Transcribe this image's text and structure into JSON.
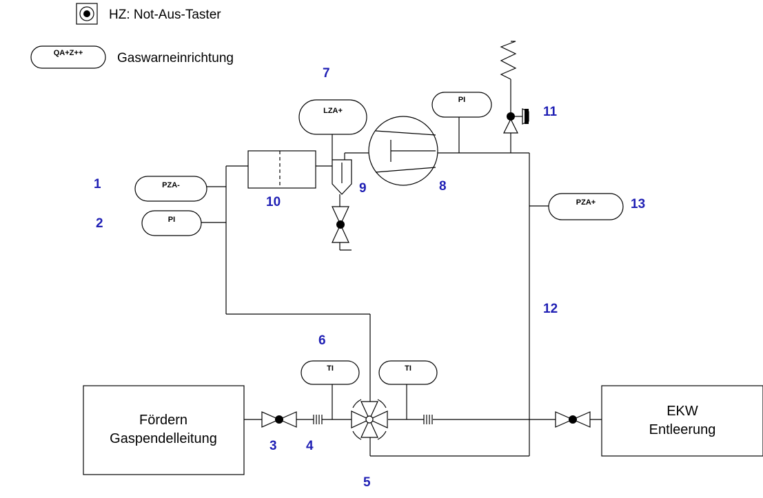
{
  "legend": {
    "emergency_stop": "HZ: Not-Aus-Taster",
    "gas_warning_tag": "QA+Z++",
    "gas_warning": "Gaswarneinrichtung"
  },
  "boxes": {
    "left_line1": "Fördern",
    "left_line2": "Gaspendelleitung",
    "right_line1": "EKW",
    "right_line2": "Entleerung"
  },
  "instruments": {
    "pza_minus": "PZA-",
    "pi_left": "PI",
    "lza_plus": "LZA+",
    "pi_top": "PI",
    "pza_plus": "PZA+",
    "ti_left": "TI",
    "ti_right": "TI"
  },
  "numbers": {
    "n1": "1",
    "n2": "2",
    "n3": "3",
    "n4": "4",
    "n5": "5",
    "n6": "6",
    "n7": "7",
    "n8": "8",
    "n9": "9",
    "n10": "10",
    "n11": "11",
    "n12": "12",
    "n13": "13"
  },
  "colors": {
    "number_color": "#1f1fb4",
    "line_color": "#000000"
  }
}
